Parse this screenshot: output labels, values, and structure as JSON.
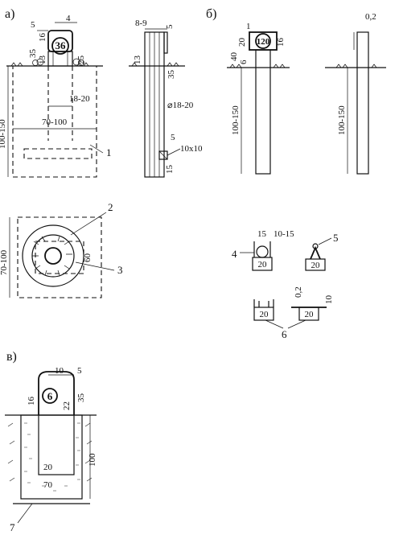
{
  "sections": {
    "a": "а)",
    "b": "б)",
    "v": "в)"
  },
  "a_front": {
    "sign_number": "36",
    "dims": {
      "top_4": "4",
      "left_5": "5",
      "d35": "35",
      "d16": "16",
      "d13": "13",
      "d25": "25",
      "d18_20": "18-20",
      "d70_100": "70-100",
      "d100_150": "100-150"
    },
    "callout_1": "1"
  },
  "a_side": {
    "dims": {
      "d8_9": "8-9",
      "d5_top": "5",
      "d13": "13",
      "d35": "35",
      "diam": "⌀18-20",
      "d5": "5",
      "d10x10": "10х10",
      "d15": "15"
    }
  },
  "a_plan": {
    "dims": {
      "d70_100": "70-100",
      "d60": "60"
    },
    "callout_2": "2",
    "callout_3": "3"
  },
  "b_front": {
    "sign_number": "120",
    "dims": {
      "d1": "1",
      "d20": "20",
      "d40": "40",
      "d16": "16",
      "d6": "6",
      "d100_150": "100-150"
    }
  },
  "b_side": {
    "dims": {
      "d0_2": "0,2",
      "d100_150": "100-150"
    }
  },
  "b_sections": {
    "d15": "15",
    "d10_15": "10-15",
    "d20_a": "20",
    "d20_b": "20",
    "d20_c": "20",
    "d20_d": "20",
    "d0_2": "0,2",
    "d10": "10",
    "callout_4": "4",
    "callout_5": "5",
    "callout_6": "6"
  },
  "v_post": {
    "sign_number": "6",
    "dims": {
      "d10": "10",
      "d5": "5",
      "d16": "16",
      "d22": "22",
      "d35": "35",
      "d20": "20",
      "d70": "70",
      "d100": "100"
    },
    "callout_7": "7"
  }
}
